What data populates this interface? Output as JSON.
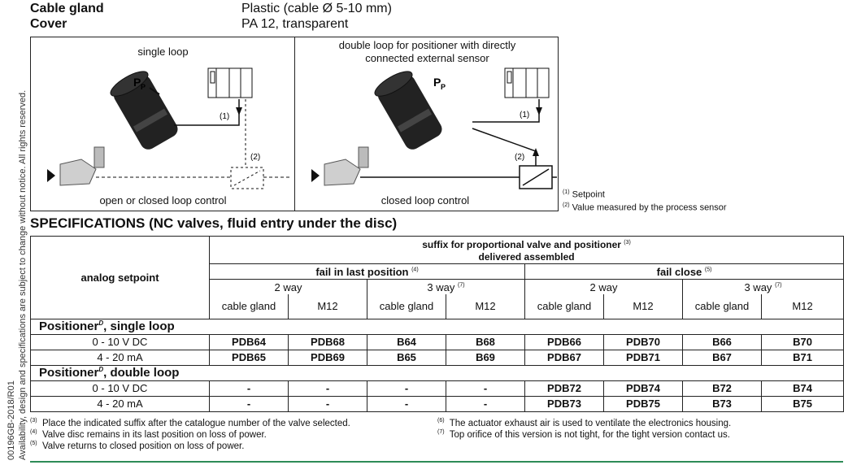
{
  "side_text": {
    "doc_code": "00196GB-2018/R01",
    "notice": "Availability, design and specifications are subject to change without notice. All rights reserved."
  },
  "properties": [
    {
      "label": "Cable gland",
      "value": "Plastic (cable Ø 5-10 mm)"
    },
    {
      "label": "Cover",
      "value": "PA 12, transparent"
    }
  ],
  "diagrams": {
    "left": {
      "title": "single loop",
      "caption": "open or closed loop control",
      "pressure": "P",
      "pressure_sub": "P",
      "label1": "(1)",
      "label2": "(2)"
    },
    "right": {
      "title_line1": "double loop for positioner with directly",
      "title_line2": "connected external sensor",
      "caption": "closed loop control",
      "pressure": "P",
      "pressure_sub": "P",
      "label1": "(1)",
      "label2": "(2)"
    }
  },
  "diagram_notes": [
    {
      "sup": "(1)",
      "text": "Setpoint"
    },
    {
      "sup": "(2)",
      "text": "Value measured by the process sensor"
    }
  ],
  "spec_title": "SPECIFICATIONS (NC valves, fluid entry under the disc)",
  "table": {
    "corner": "analog setpoint",
    "head1_line1": "suffix for proportional valve and positioner",
    "head1_line1_sup": "(3)",
    "head1_line2": "delivered assembled",
    "fail_last": "fail in last position",
    "fail_last_sup": "(4)",
    "fail_close": "fail close",
    "fail_close_sup": "(5)",
    "way2": "2 way",
    "way3": "3 way",
    "way3_sup": "(7)",
    "cols": [
      "cable gland",
      "M12",
      "cable gland",
      "M12",
      "cable gland",
      "M12",
      "cable gland",
      "M12"
    ],
    "section1": "Positioner",
    "section1_sup": "D",
    "section1_rest": ", single loop",
    "section2": "Positioner",
    "section2_sup": "D",
    "section2_rest": ", double loop",
    "rows_single": [
      {
        "label": "0 - 10 V DC",
        "cells": [
          "PDB64",
          "PDB68",
          "B64",
          "B68",
          "PDB66",
          "PDB70",
          "B66",
          "B70"
        ]
      },
      {
        "label": "4 - 20 mA",
        "cells": [
          "PDB65",
          "PDB69",
          "B65",
          "B69",
          "PDB67",
          "PDB71",
          "B67",
          "B71"
        ]
      }
    ],
    "rows_double": [
      {
        "label": "0 - 10 V DC",
        "cells": [
          "-",
          "-",
          "-",
          "-",
          "PDB72",
          "PDB74",
          "B72",
          "B74"
        ]
      },
      {
        "label": "4 - 20 mA",
        "cells": [
          "-",
          "-",
          "-",
          "-",
          "PDB73",
          "PDB75",
          "B73",
          "B75"
        ]
      }
    ]
  },
  "footnotes_left": [
    {
      "sup": "(3)",
      "text": "Place the indicated suffix after the catalogue number of the valve selected."
    },
    {
      "sup": "(4)",
      "text": "Valve disc remains in its last position on loss of power."
    },
    {
      "sup": "(5)",
      "text": "Valve returns to closed position on loss of power."
    }
  ],
  "footnotes_right": [
    {
      "sup": "(6)",
      "text": "The actuator exhaust air is used to ventilate the electronics housing."
    },
    {
      "sup": "(7)",
      "text": "Top orifice of this version is not tight, for the tight version contact us."
    }
  ],
  "colors": {
    "rule": "#2e8b57"
  }
}
